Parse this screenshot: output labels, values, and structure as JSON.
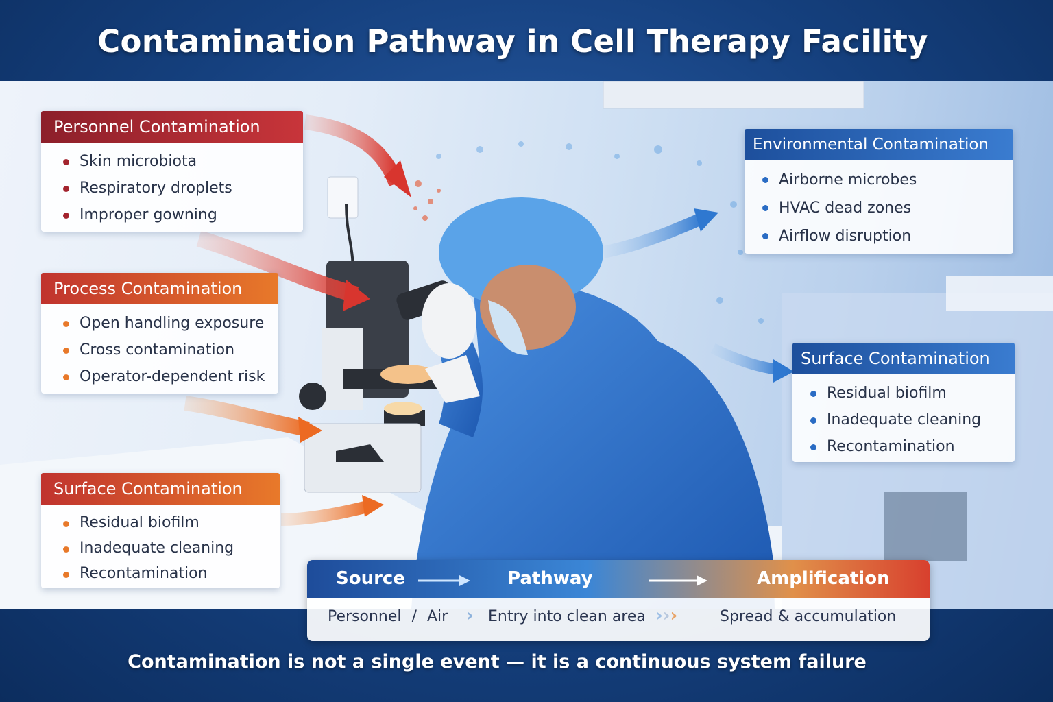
{
  "title": "Contamination Pathway in Cell Therapy Facility",
  "cards": {
    "personnel": {
      "heading": "Personnel Contamination",
      "items": [
        "Skin microbiota",
        "Respiratory droplets",
        "Improper gowning"
      ]
    },
    "process": {
      "heading": "Process Contamination",
      "items": [
        "Open handling exposure",
        "Cross contamination",
        "Operator-dependent risk"
      ]
    },
    "surface_left": {
      "heading": "Surface Contamination",
      "items": [
        "Residual biofilm",
        "Inadequate cleaning",
        "Recontamination"
      ]
    },
    "environmental": {
      "heading": "Environmental Contamination",
      "items": [
        "Airborne microbes",
        "HVAC dead zones",
        "Airflow disruption"
      ]
    },
    "surface_right": {
      "heading": "Surface Contamination",
      "items": [
        "Residual biofilm",
        "Inadequate cleaning",
        "Recontamination"
      ]
    }
  },
  "flow": {
    "source_label": "Source",
    "pathway_label": "Pathway",
    "amplification_label": "Amplification",
    "source_detail_a": "Personnel",
    "source_separator": "/",
    "source_detail_b": "Air",
    "pathway_detail": "Entry into clean area",
    "amplification_detail": "Spread & accumulation"
  },
  "footer": "Contamination is not a single event — it is a continuous system failure",
  "colors": {
    "personnel_red": "#c8353a",
    "process_orange": "#e8792a",
    "environment_blue": "#2a6cc4",
    "background_navy": "#15407e"
  },
  "icons": {
    "scene": "lab-technician-microscope-illustration"
  }
}
